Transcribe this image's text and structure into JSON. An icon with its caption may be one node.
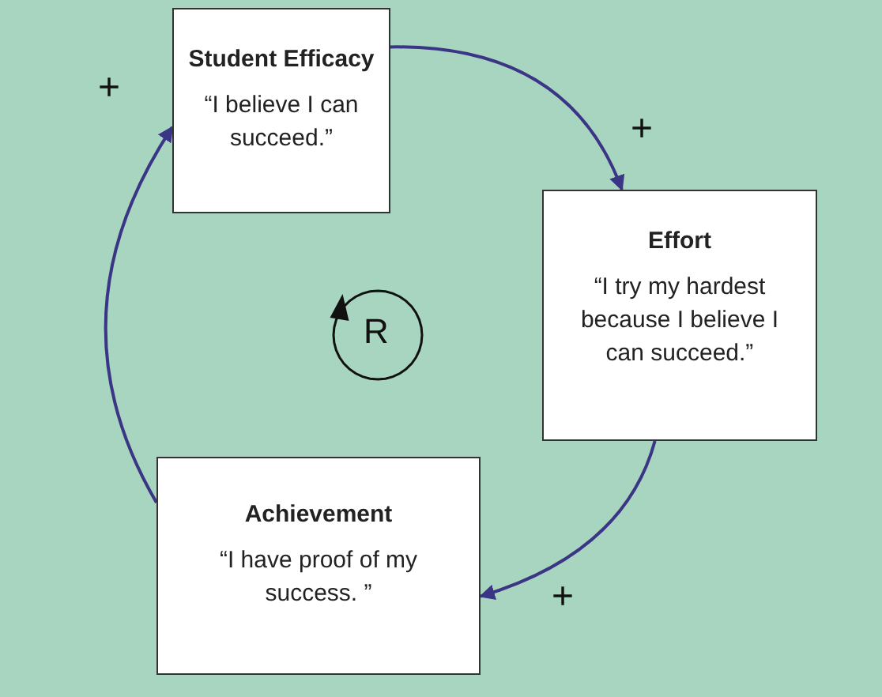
{
  "diagram": {
    "nodes": [
      {
        "text": [
          "Student Efficacy",
          "“I believe I can succeed.”"
        ]
      },
      {
        "text": [
          "Effort",
          "“I try my hardest because I believe I can succeed.”"
        ]
      },
      {
        "text": [
          "Achievement",
          "“I have proof of my success.  ”"
        ]
      }
    ],
    "edges": [
      {
        "from": 0,
        "to": 1,
        "arrow": "to"
      },
      {
        "from": 1,
        "to": 2,
        "arrow": "to"
      },
      {
        "from": 2,
        "to": 0,
        "arrow": "to"
      }
    ],
    "labels": [
      "+",
      "+",
      "R",
      "+"
    ]
  }
}
